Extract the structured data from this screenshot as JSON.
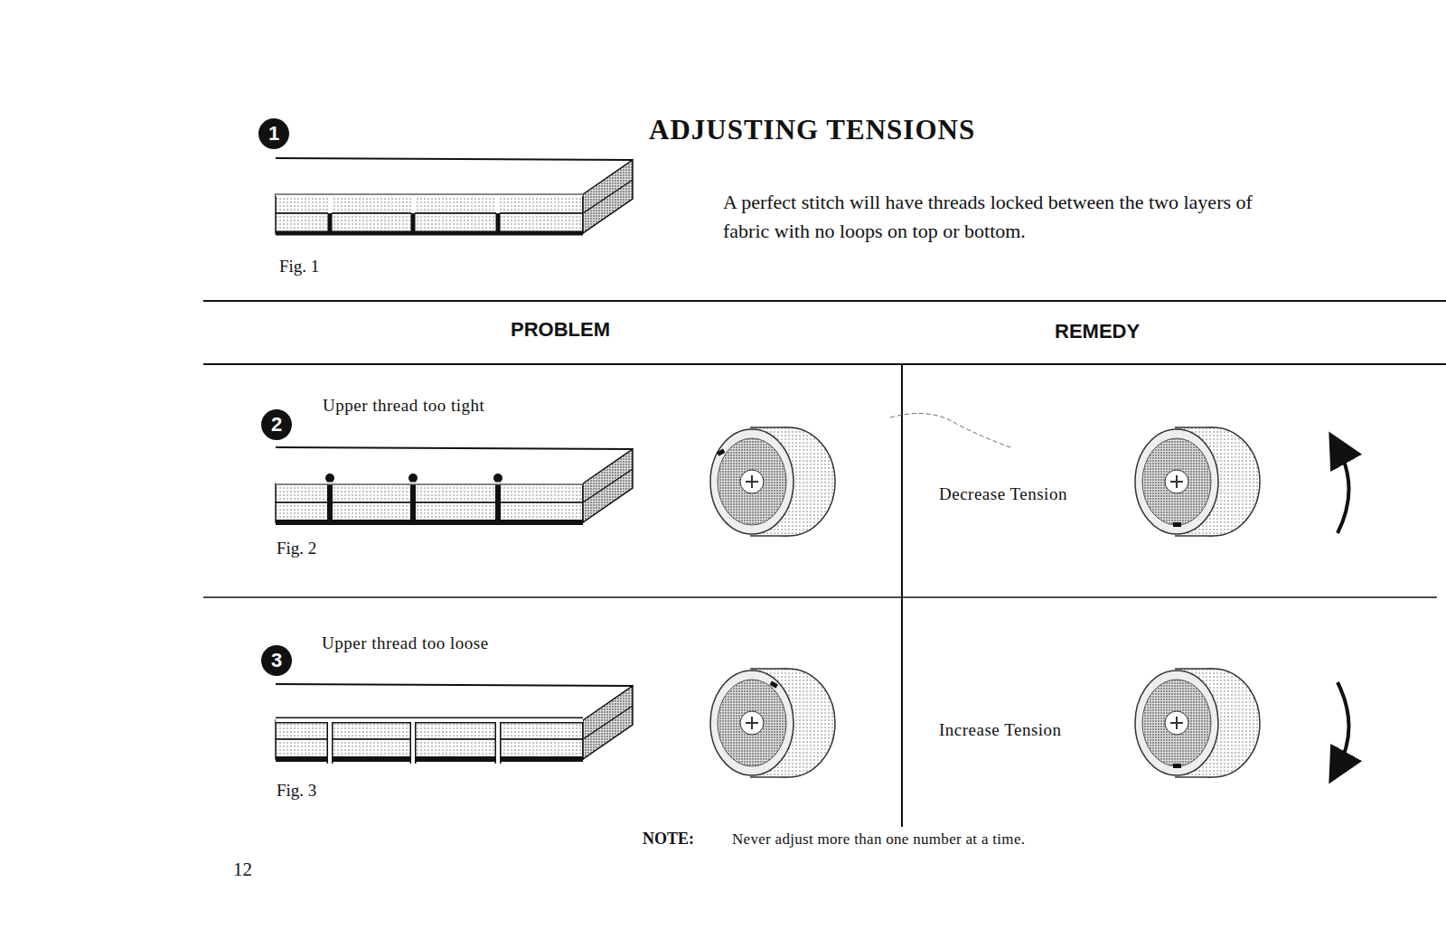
{
  "diagram": {
    "title": "ADJUSTING TENSIONS",
    "nodes": [
      {
        "text": [
          "1"
        ]
      },
      {
        "text": [
          "2"
        ]
      },
      {
        "text": [
          "3"
        ]
      }
    ],
    "labels": [
      "Fig. 1",
      "A perfect stitch will have threads locked between the two layers of fabric with no loops on top or bottom.",
      "PROBLEM",
      "REMEDY",
      "Upper thread too tight",
      "Fig. 2",
      "Decrease Tension",
      "Upper thread too loose",
      "Fig. 3",
      "Increase Tension",
      "NOTE:",
      "Never adjust more than one number at a time.",
      "12"
    ]
  }
}
